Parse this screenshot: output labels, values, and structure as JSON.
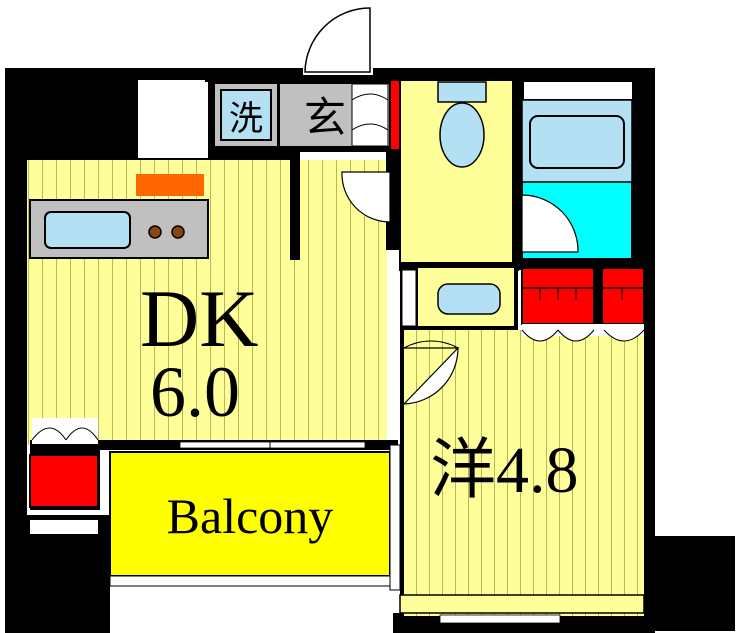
{
  "rooms": {
    "dk_label": "DK",
    "dk_size": "6.0",
    "western_label": "洋4.8",
    "balcony_label": "Balcony",
    "laundry_label": "洗",
    "entrance_label": "玄"
  },
  "colors": {
    "floor_yellow": "#ffff99",
    "floor_stripe": "#cccc66",
    "wall_black": "#000000",
    "closet_red": "#ff0000",
    "bath_cyan": "#00ffff",
    "fixture_blue": "#b3e0f2",
    "balcony_yellow": "#ffff00",
    "entrance_gray": "#c0c0c0",
    "accent_orange": "#ff6600"
  }
}
